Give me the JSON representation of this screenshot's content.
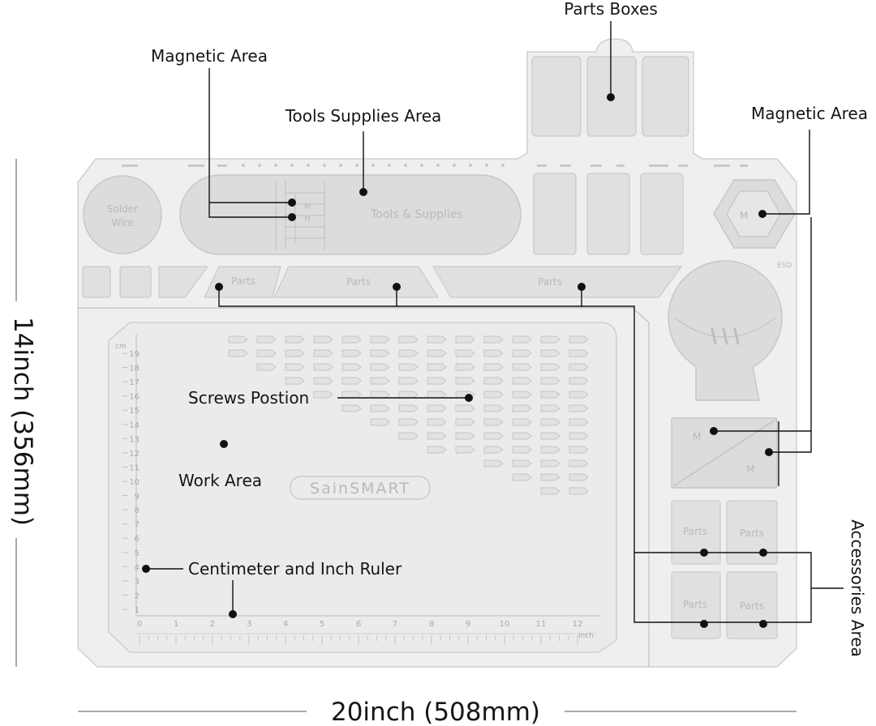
{
  "callouts": {
    "parts_boxes": "Parts Boxes",
    "magnetic_area_left": "Magnetic Area",
    "tools_supplies_area": "Tools Supplies Area",
    "magnetic_area_right": "Magnetic Area",
    "screws_position": "Screws Postion",
    "work_area": "Work Area",
    "ruler": "Centimeter and Inch Ruler",
    "accessories_area": "Accessories Area"
  },
  "dimensions": {
    "width": "20inch (508mm)",
    "height": "14inch (356mm)"
  },
  "mat_labels": {
    "solder_wire_1": "Solder",
    "solder_wire_2": "Wire",
    "tools_supplies": "Tools & Supplies",
    "parts": "Parts",
    "m": "M",
    "brand": "SainSMART",
    "esd": "ESD",
    "cm_unit": "cm",
    "inch_unit": "inch"
  },
  "ruler": {
    "cm_ticks": [
      "1",
      "2",
      "3",
      "4",
      "5",
      "6",
      "7",
      "8",
      "9",
      "10",
      "11",
      "12",
      "13",
      "14",
      "15",
      "16",
      "17",
      "18",
      "19"
    ],
    "inch_ticks": [
      "0",
      "1",
      "2",
      "3",
      "4",
      "5",
      "6",
      "7",
      "8",
      "9",
      "10",
      "11",
      "12"
    ]
  },
  "colors": {
    "mat": "#efefef",
    "mat_shade": "#e4e4e4",
    "callout_line": "#111111"
  }
}
